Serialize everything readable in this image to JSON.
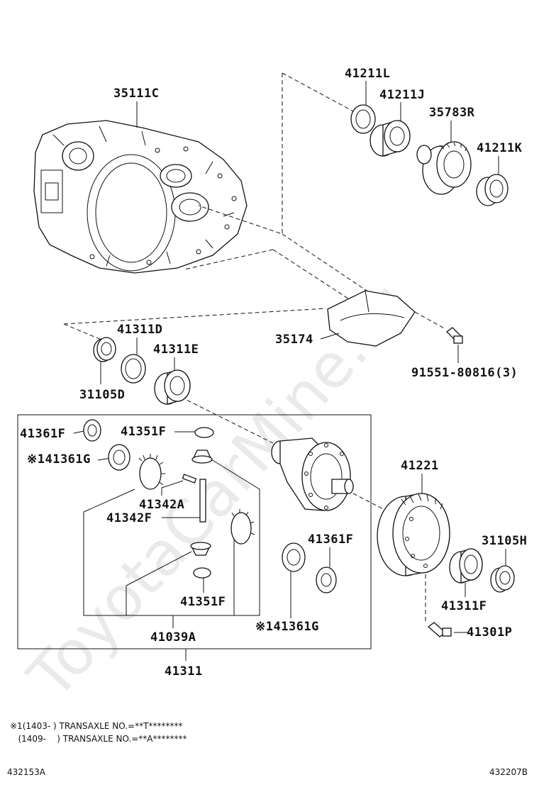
{
  "watermark": "ToyotaCarMine.ru",
  "parts": {
    "p35111c": "35111C",
    "p41211l": "41211L",
    "p41211j": "41211J",
    "p35783r": "35783R",
    "p41211k": "41211K",
    "p41311d": "41311D",
    "p41311e": "41311E",
    "p31105d": "31105D",
    "p35174": "35174",
    "p91551": "91551-80816(3)",
    "p41361f_a": "41361F",
    "p41351f_a": "41351F",
    "p41361g_a": "※141361G",
    "p41342a": "41342A",
    "p41342f": "41342F",
    "p41361f_b": "41361F",
    "p41351f_b": "41351F",
    "p41361g_b": "※141361G",
    "p41039a": "41039A",
    "p41311": "41311",
    "p41221": "41221",
    "p31105h": "31105H",
    "p41311f": "41311F",
    "p41301p": "41301P"
  },
  "notes": {
    "line1": "※1(1403-    ) TRANSAXLE NO.=**T********",
    "line2": "   (1409-    ) TRANSAXLE NO.=**A********"
  },
  "footer": {
    "left_code": "432153A",
    "right_code": "432207B"
  }
}
